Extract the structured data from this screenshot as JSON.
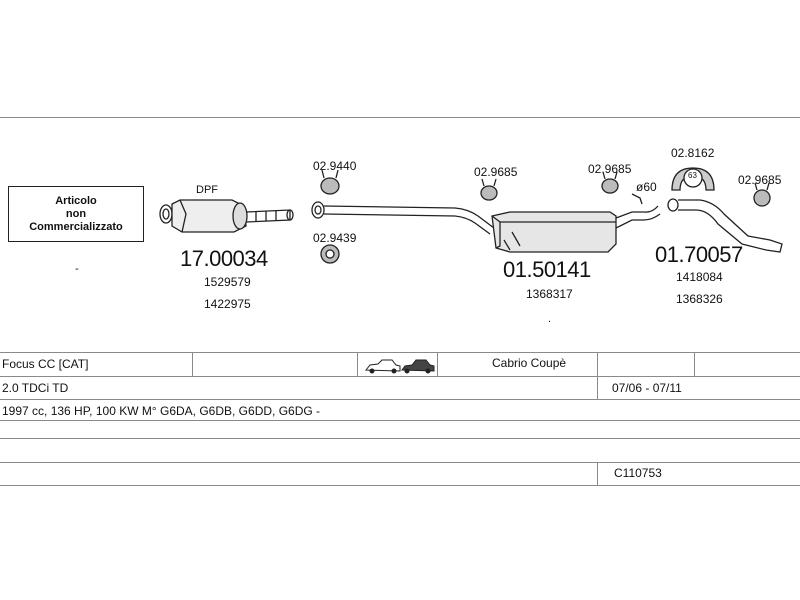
{
  "note_box": {
    "line1": "Articolo",
    "line2": "non",
    "line3": "Commercializzato"
  },
  "parts": {
    "dpf": {
      "label": "DPF",
      "code": "17.00034",
      "refs": [
        "1529579",
        "1422975"
      ]
    },
    "mid": {
      "code": "01.50141",
      "refs": [
        "1368317"
      ]
    },
    "rear": {
      "code": "01.70057",
      "refs": [
        "1418084",
        "1368326"
      ]
    }
  },
  "accessories": {
    "a1": "02.9440",
    "a2": "02.9439",
    "a3": "02.9685",
    "a4": "02.9685",
    "a5": "02.8162",
    "a6": "02.9685",
    "clamp_label": "63",
    "diameter": "ø60"
  },
  "table": {
    "model": "Focus CC   [CAT]",
    "body": "Cabrio Coupè",
    "engine": "2.0 TDCi TD",
    "years": "07/06 - 07/11",
    "spec": "1997 cc, 136 HP, 100 KW M° G6DA, G6DB, G6DD, G6DG -",
    "code": "C110753"
  }
}
